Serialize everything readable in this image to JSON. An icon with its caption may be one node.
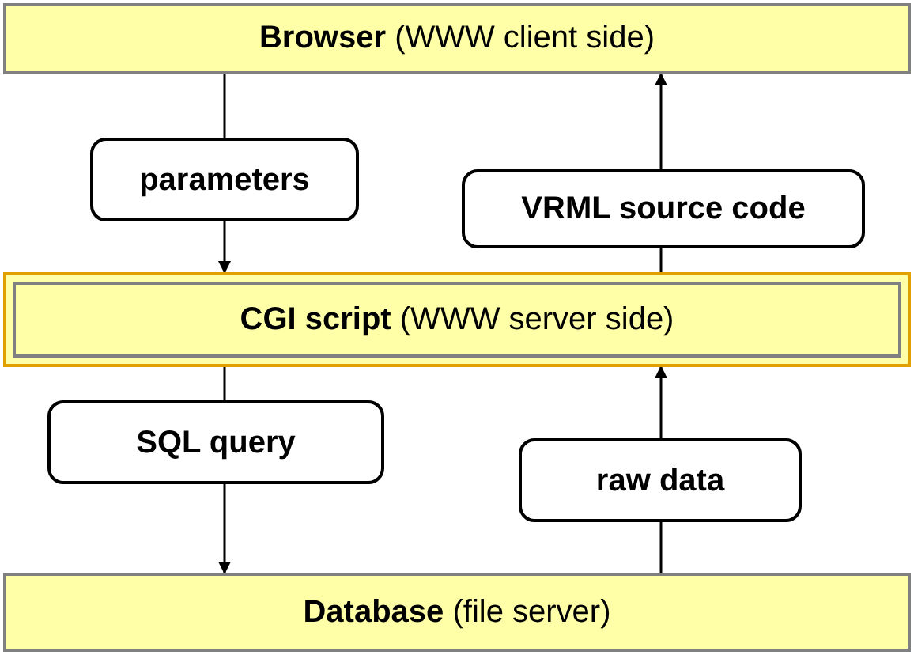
{
  "diagram": {
    "nodes": [
      {
        "text": [
          "**Browser** (WWW client side)"
        ]
      },
      {
        "text": [
          "**CGI script** (WWW server side)"
        ]
      },
      {
        "text": [
          "**Database** (file server)"
        ]
      }
    ],
    "edges": [
      {
        "from": 0,
        "to": 1,
        "arrow": "to",
        "label": "parameters"
      },
      {
        "from": 1,
        "to": 0,
        "arrow": "to",
        "label": "VRML source code"
      },
      {
        "from": 1,
        "to": 2,
        "arrow": "to",
        "label": "SQL query"
      },
      {
        "from": 2,
        "to": 1,
        "arrow": "to",
        "label": "raw data"
      }
    ]
  }
}
